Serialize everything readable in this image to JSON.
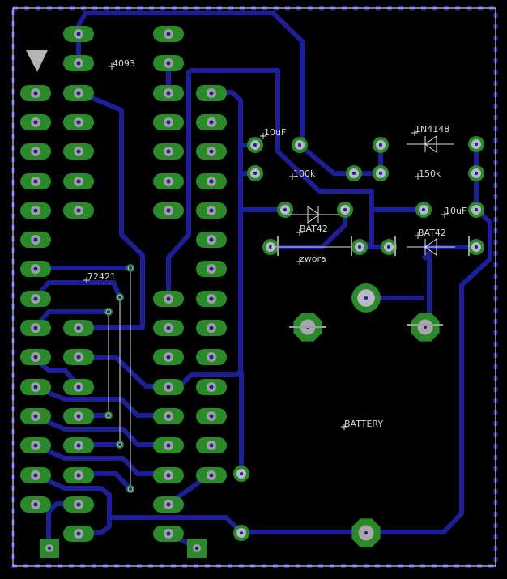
{
  "view": "pcb-board-layout",
  "colors": {
    "background": "#000000",
    "copper_trace": "#1e1e96",
    "pad_fill": "#2a8a2a",
    "pad_ring": "#a0a0a0",
    "drill": "#1e1e96",
    "silkscreen": "#d8d8d8",
    "board_outline": "#ffffff",
    "outline_dots": "#2a2aa8",
    "origin_marker": "#b4b4b4"
  },
  "labels": {
    "ic1": "4093",
    "ic2": "72421",
    "c1": "10uF",
    "r1": "100k",
    "d1": "1N4148",
    "r2": "150k",
    "c2": "10uF",
    "d2": "BAT42",
    "jumper": "zwora",
    "d3": "BAT42",
    "battery": "BATTERY"
  },
  "components": [
    {
      "ref": "IC1",
      "value": "4093",
      "type": "DIP-14"
    },
    {
      "ref": "IC2",
      "value": "72421",
      "type": "DIP"
    },
    {
      "ref": "C1",
      "value": "10uF",
      "type": "capacitor"
    },
    {
      "ref": "R1",
      "value": "100k",
      "type": "resistor"
    },
    {
      "ref": "D1",
      "value": "1N4148",
      "type": "diode"
    },
    {
      "ref": "R2",
      "value": "150k",
      "type": "resistor"
    },
    {
      "ref": "C2",
      "value": "10uF",
      "type": "capacitor"
    },
    {
      "ref": "D2",
      "value": "BAT42",
      "type": "diode"
    },
    {
      "ref": "JP1",
      "value": "zwora",
      "type": "jumper"
    },
    {
      "ref": "D3",
      "value": "BAT42",
      "type": "diode"
    },
    {
      "ref": "BAT1",
      "value": "BATTERY",
      "type": "battery-holder"
    }
  ]
}
